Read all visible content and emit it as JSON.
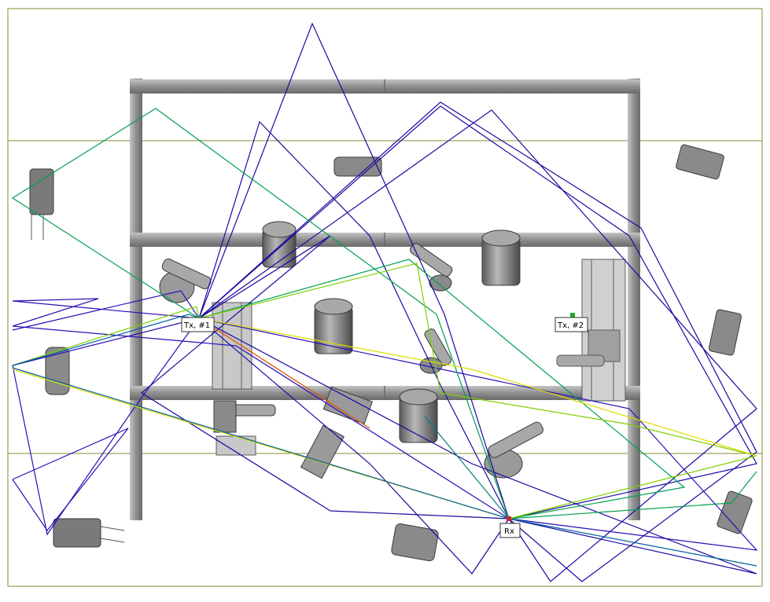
{
  "colors": {
    "background": "#ffffff",
    "border": "#8a8a3a",
    "gridline": "#8a8a3a",
    "beam": "#9a9a9a",
    "beam_dark": "#6e6e6e",
    "equipment": "#8c8c8c",
    "equipment_dark": "#4a4a4a",
    "tx_marker": "#22aa22",
    "rx_marker": "#cc2222"
  },
  "labels": {
    "tx1": "Tx, #1",
    "tx2": "Tx, #2",
    "rx": "Rx"
  },
  "ray_colors": [
    "#1a0aa0",
    "#2a10b8",
    "#00a050",
    "#7fd000",
    "#dddd00",
    "#0060a0",
    "#e05000",
    "#008080"
  ]
}
